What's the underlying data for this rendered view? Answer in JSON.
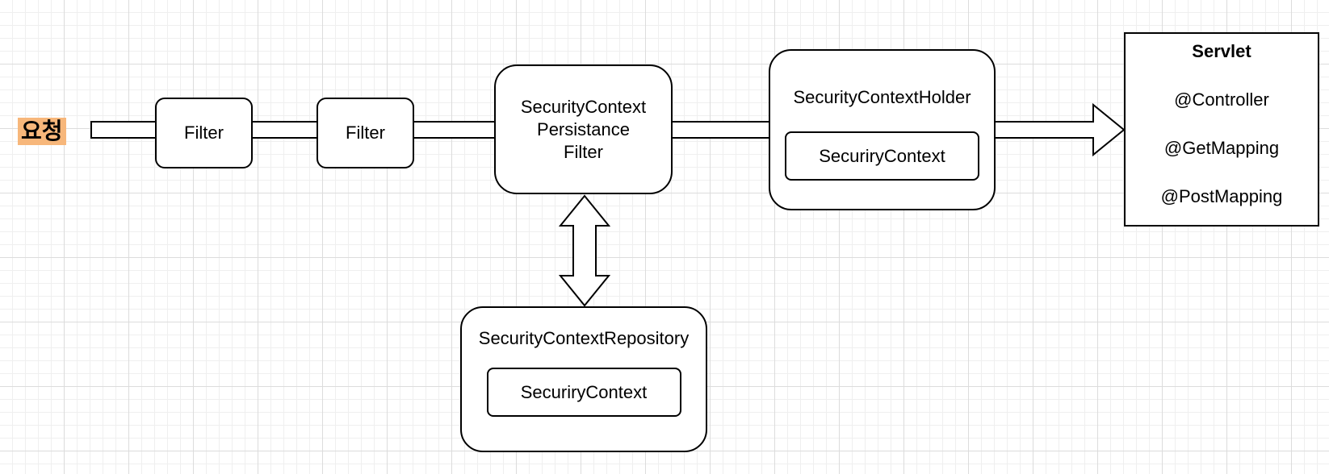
{
  "request_label": "요청",
  "filters": [
    "Filter",
    "Filter"
  ],
  "persistence_filter": {
    "lines": [
      "SecurityContext",
      "Persistance",
      "Filter"
    ]
  },
  "holder": {
    "title": "SecurityContextHolder",
    "inner": "SecuriryContext"
  },
  "repository": {
    "title": "SecurityContextRepository",
    "inner": "SecuriryContext"
  },
  "servlet": {
    "title": "Servlet",
    "annotations": [
      "@Controller",
      "@GetMapping",
      "@PostMapping"
    ]
  }
}
